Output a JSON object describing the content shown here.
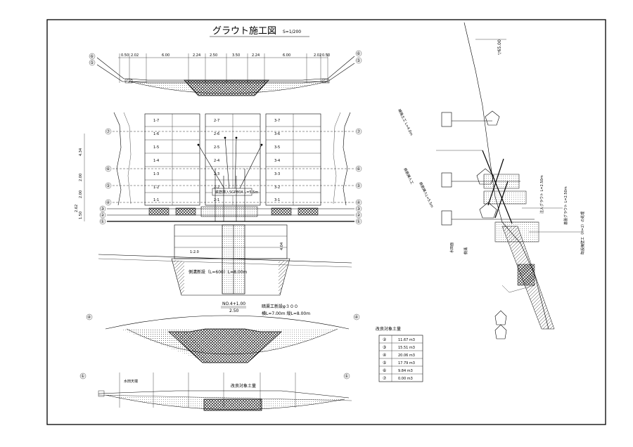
{
  "title": {
    "main": "グラウト施工図",
    "scale": "S=1/200"
  },
  "top_section": {
    "markers": [
      "⑥",
      "⑤"
    ],
    "dimensions": [
      "0.50",
      "2.02",
      "6.00",
      "2.24",
      "2.50",
      "3.50",
      "2.24",
      "6.00",
      "2.02",
      "0.50"
    ]
  },
  "plan": {
    "left_markers": [
      "⑦",
      "⑥",
      "⑤",
      "④",
      "③",
      "②",
      "①"
    ],
    "right_markers": [
      "⑦",
      "⑥",
      "⑤",
      "④",
      "③",
      "②",
      "①"
    ],
    "left_dims": [
      "4.34",
      "2.00",
      "2.00",
      "2.62",
      "1.50"
    ],
    "grid_labels": [
      "1-7",
      "1-6",
      "1-5",
      "1-4",
      "1-3",
      "1-2",
      "1-1",
      "2-7",
      "2-6",
      "2-5",
      "2-4",
      "2-3",
      "2-2",
      "2-1",
      "3-7",
      "3-6",
      "3-5",
      "3-4",
      "3-3",
      "3-2",
      "3-1"
    ],
    "anchor_label": "鉄筋挿入SGP80A L=5.5m",
    "drain_label": "側溝新設（L=600）L=8.00m",
    "culvert_label": "暗渠工新設φ３００",
    "culvert_dims": "横L=7.00m 縦L=8.00m",
    "station": "NO.4+1.00",
    "dim_250": "2.50",
    "slope": "1:2.0",
    "dim_4": "4.04"
  },
  "section4": {
    "marker": "④"
  },
  "section1": {
    "marker": "①",
    "label": "改良対象土量",
    "note": "水田天端"
  },
  "volume_table": {
    "title": "改良対象土量",
    "rows": [
      {
        "marker": "②",
        "value": "11.67 m3"
      },
      {
        "marker": "③",
        "value": "15.51 m3"
      },
      {
        "marker": "④",
        "value": "20.06 m3"
      },
      {
        "marker": "⑤",
        "value": "17.79 m3"
      },
      {
        "marker": "⑥",
        "value": "9.84 m3"
      },
      {
        "marker": "⑦",
        "value": "0.00 m3"
      }
    ]
  },
  "profile": {
    "elevation": "▽65.00",
    "labels": [
      "補強土工 L=4.0m",
      "鉄筋挿入工",
      "注入グラウト L=2.50m",
      "鉄筋挿入L=5.5m",
      "基盤グラウト L=2.50m",
      "既設擁壁工（H=2）の処理",
      "水田面",
      "側溝"
    ]
  }
}
